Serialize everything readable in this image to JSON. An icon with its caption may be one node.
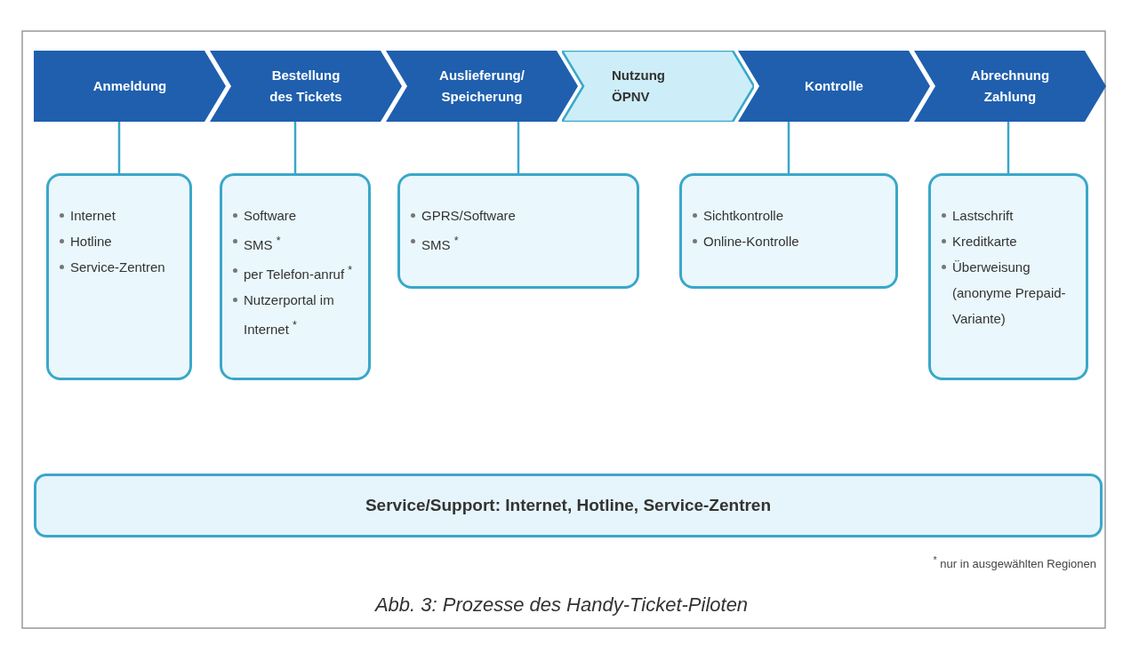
{
  "diagram": {
    "caption": "Abb. 3: Prozesse des Handy-Ticket-Piloten",
    "nodes": [
      {
        "text": [
          "Anmeldung"
        ]
      },
      {
        "text": [
          "Bestellung des Tickets"
        ]
      },
      {
        "text": [
          "Auslieferung/ Speicherung"
        ]
      },
      {
        "text": [
          "Nutzung ÖPNV"
        ]
      },
      {
        "text": [
          "Kontrolle"
        ]
      },
      {
        "text": [
          "Abrechnung Zahlung"
        ]
      },
      {
        "text": [
          "Internet",
          "Hotline",
          "Service-Zentren"
        ]
      },
      {
        "text": [
          "Software",
          "SMS $^{*}$",
          "per Telefon-anruf $^{*}$",
          "Nutzerportal im Internet $^{*}$"
        ]
      },
      {
        "text": [
          "GPRS/Software",
          "SMS $^{*}$"
        ]
      },
      {
        "text": [
          "Sichtkontrolle",
          "Online-Kontrolle"
        ]
      },
      {
        "text": [
          "Lastschrift",
          "Kreditkarte",
          "Überweisung (anonyme Prepaid-Variante)"
        ]
      },
      {
        "text": [
          "Service/Support: Internet, Hotline, Service-Zentren"
        ]
      }
    ],
    "edges": [
      {
        "from": 0,
        "to": 6,
        "arrow": "none"
      },
      {
        "from": 1,
        "to": 7,
        "arrow": "none"
      },
      {
        "from": 2,
        "to": 8,
        "arrow": "none"
      },
      {
        "from": 4,
        "to": 9,
        "arrow": "none"
      },
      {
        "from": 5,
        "to": 10,
        "arrow": "none"
      }
    ],
    "labels": [
      "$^{*}$ nur in ausgewählten Regionen"
    ]
  }
}
